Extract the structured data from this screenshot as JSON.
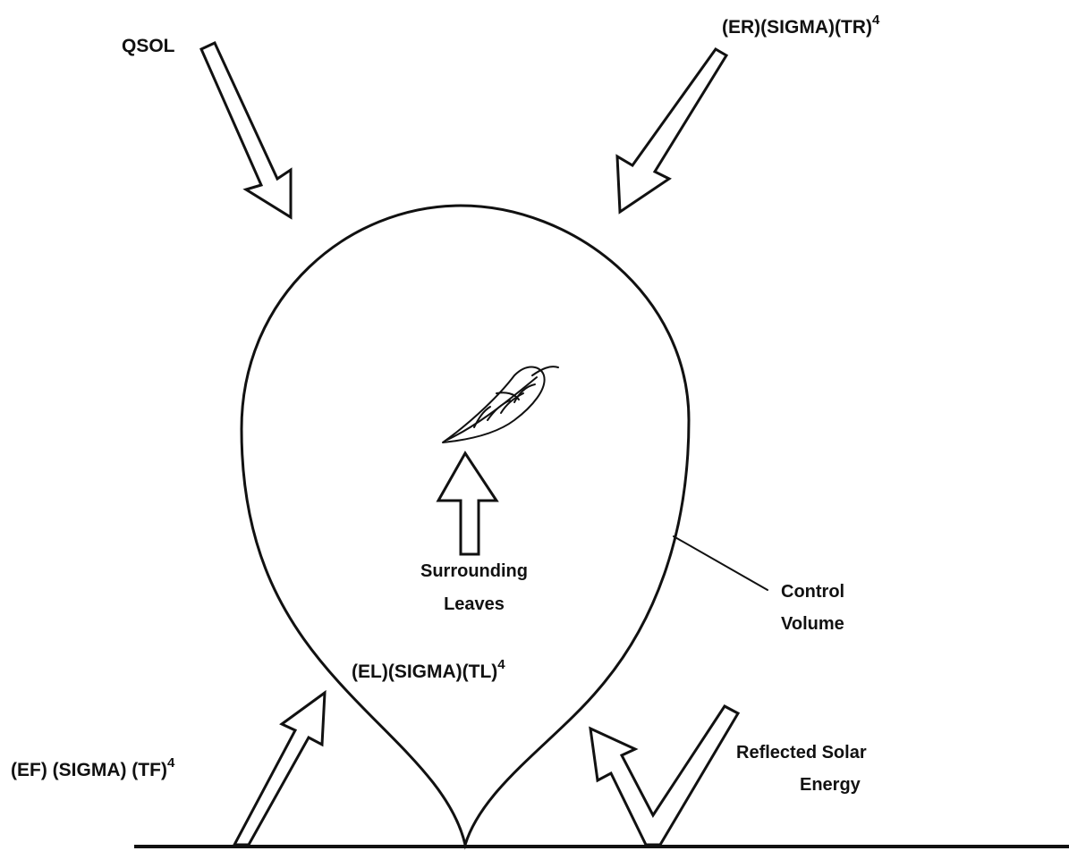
{
  "labels": {
    "qsol": "QSOL",
    "er_sigma_tr": "(ER)(SIGMA)(TR)",
    "er_sigma_tr_exp": "4",
    "surrounding_line1": "Surrounding",
    "surrounding_line2": "Leaves",
    "el_sigma_tl": "(EL)(SIGMA)(TL)",
    "el_sigma_tl_exp": "4",
    "control_line1": "Control",
    "control_line2": "Volume",
    "ef_sigma_tf": "(EF) (SIGMA) (TF)",
    "ef_sigma_tf_exp": "4",
    "reflected_line1": "Reflected Solar",
    "reflected_line2": "Energy"
  },
  "icons": {
    "leaf": "leaf-icon",
    "arrow_in": "hollow-arrow-icon",
    "arrow_out": "hollow-arrow-icon"
  },
  "colors": {
    "ink": "#111111",
    "paper": "#ffffff"
  }
}
